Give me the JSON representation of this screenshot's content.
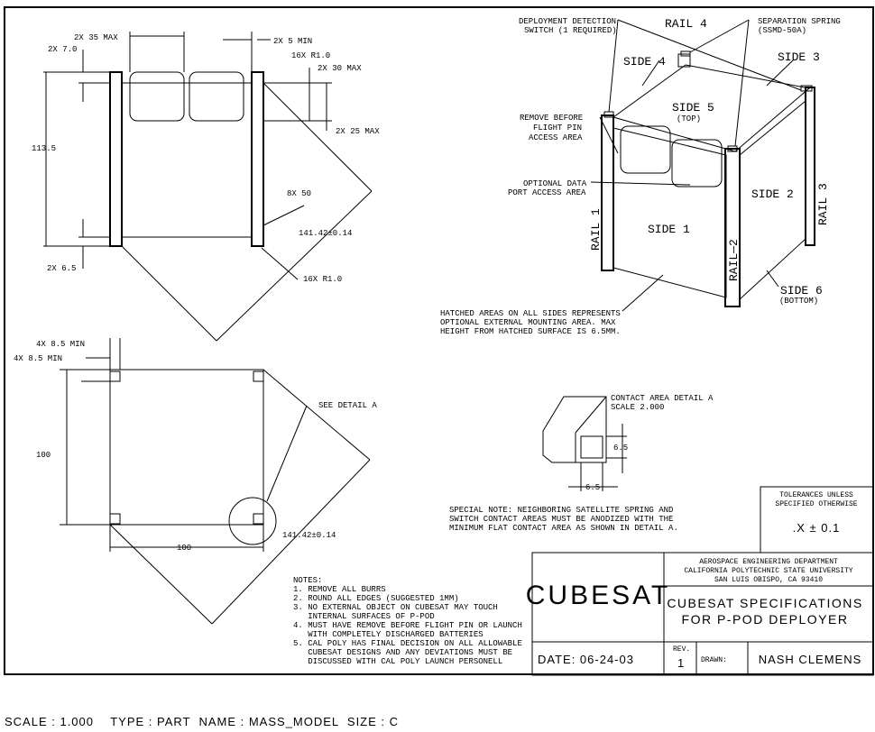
{
  "top_view": {
    "dim_35": "2X 35 MAX",
    "dim_5": "2X 5 MIN",
    "dim_7": "2X 7.0",
    "dim_r1_top": "16X R1.0",
    "dim_30": "2X 30 MAX",
    "dim_25": "2X 25 MAX",
    "dim_113": "113.5",
    "dim_50": "8X 50",
    "dim_diag": "141.42±0.14",
    "dim_65": "2X 6.5",
    "dim_r1_bot": "16X R1.0"
  },
  "bottom_view": {
    "dim_85_a": "4X 8.5 MIN",
    "dim_85_b": "4X 8.5 MIN",
    "see_detail": "SEE DETAIL  A",
    "dim_100_v": "100",
    "dim_100_h": "100",
    "dim_diag": "141.42±0.14"
  },
  "iso_view": {
    "deploy_switch": [
      "DEPLOYMENT DETECTION",
      "SWITCH (1 REQUIRED)"
    ],
    "rail4": "RAIL  4",
    "sep_spring": [
      "SEPARATION SPRING",
      "(SSMD-50A)"
    ],
    "side4": "SIDE 4",
    "side3": "SIDE 3",
    "side5": "SIDE 5",
    "top": "(TOP)",
    "remove_pin": [
      "REMOVE BEFORE",
      "FLIGHT PIN",
      "ACCESS AREA"
    ],
    "data_port": [
      "OPTIONAL DATA",
      "PORT ACCESS AREA"
    ],
    "side2": "SIDE 2",
    "rail3": "RAIL 3",
    "rail1": "RAIL 1",
    "side1": "SIDE 1",
    "rail2": "RAIL—2",
    "side6": "SIDE 6",
    "bottom": "(BOTTOM)",
    "hatched_note": [
      "HATCHED AREAS ON ALL SIDES REPRESENTS",
      "OPTIONAL EXTERNAL MOUNTING AREA.  MAX",
      "HEIGHT FROM HATCHED SURFACE IS 6.5MM."
    ]
  },
  "detail_a": {
    "title": "CONTACT AREA DETAIL  A",
    "scale": "SCALE  2.000",
    "dim_v": "6.5",
    "dim_h": "6.5"
  },
  "special_note": [
    "SPECIAL NOTE: NEIGHBORING SATELLITE SPRING AND",
    "SWITCH CONTACT AREAS MUST BE ANODIZED WITH THE",
    "MINIMUM FLAT CONTACT AREA AS SHOWN IN DETAIL A."
  ],
  "notes": {
    "heading": "NOTES:",
    "lines": [
      "1. REMOVE ALL BURRS",
      "2. ROUND ALL EDGES (SUGGESTED 1MM)",
      "3. NO EXTERNAL OBJECT ON CUBESAT MAY TOUCH",
      "   INTERNAL SURFACES OF P-POD",
      "4. MUST HAVE REMOVE BEFORE FLIGHT PIN OR LAUNCH",
      "   WITH COMPLETELY DISCHARGED BATTERIES",
      "5. CAL POLY HAS FINAL DECISION ON ALL ALLOWABLE",
      "   CUBESAT DESIGNS AND ANY DEVIATIONS MUST BE",
      "   DISCUSSED WITH CAL POLY LAUNCH PERSONELL"
    ]
  },
  "tolerances": {
    "heading": [
      "TOLERANCES UNLESS",
      "SPECIFIED OTHERWISE"
    ],
    "value": ".X ± 0.1"
  },
  "title_block": {
    "logo": "CUBESAT",
    "dept": [
      "AEROSPACE ENGINEERING DEPARTMENT",
      "CALIFORNIA POLYTECHNIC STATE UNIVERSITY",
      "SAN LUIS OBISPO, CA 93410"
    ],
    "title": [
      "CUBESAT SPECIFICATIONS",
      "FOR P-POD DEPLOYER"
    ],
    "date": "DATE: 06-24-03",
    "rev_label": "REV.",
    "rev": "1",
    "drawn_label": "DRAWN:",
    "drawn": "NASH CLEMENS"
  },
  "footer": "SCALE : 1.000    TYPE : PART  NAME : MASS_MODEL  SIZE : C"
}
